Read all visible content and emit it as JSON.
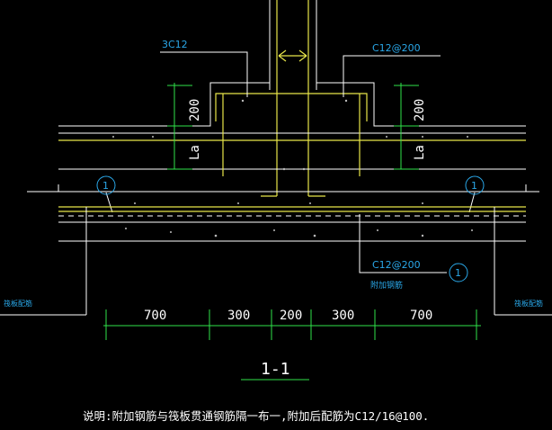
{
  "labels": {
    "rebar_left": "3C12",
    "rebar_top_right": "C12@200",
    "rebar_bottom": "C12@200",
    "additional_rebar": "附加钢筋",
    "dim_200_left": "200",
    "dim_200_right": "200",
    "dim_la_left": "La",
    "dim_la_right": "La",
    "callout_1_left": "1",
    "callout_1_right": "1",
    "callout_1_bottom": "1",
    "edge_label_left": "筏板配筋",
    "edge_label_right": "筏板配筋",
    "section_title": "1-1",
    "note": "说明:附加钢筋与筏板贯通钢筋隔一布一,附加后配筋为C12/16@100."
  },
  "dimensions": [
    "700",
    "300",
    "200",
    "300",
    "700"
  ]
}
